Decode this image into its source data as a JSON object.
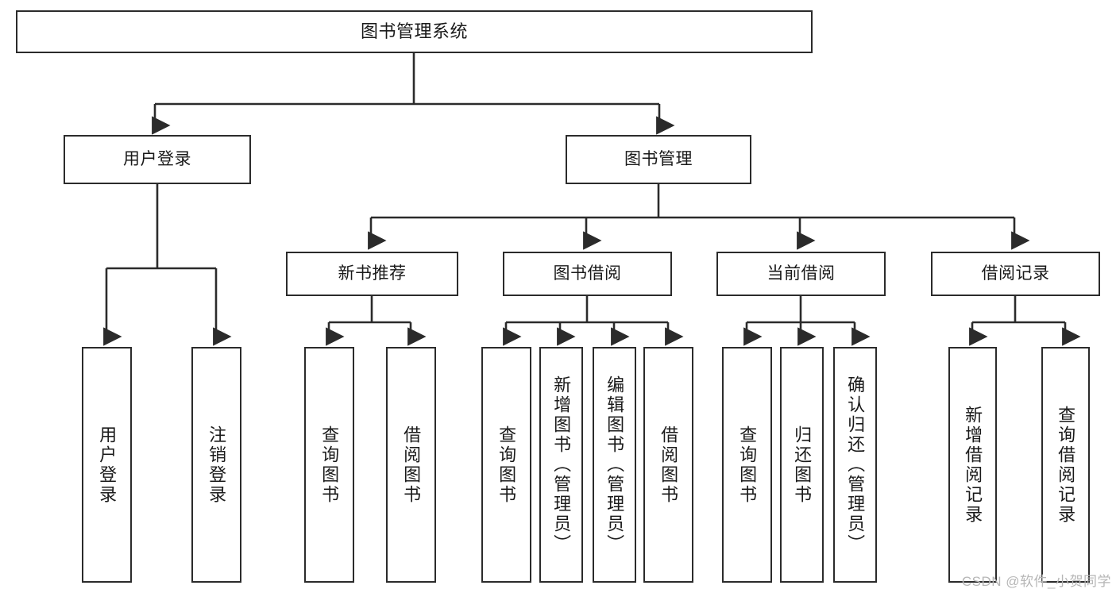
{
  "diagram": {
    "type": "hierarchy-tree",
    "title": "图书管理系统",
    "watermark": "CSDN @软件_小贺同学",
    "colors": {
      "box_border": "#2b2b2b",
      "box_fill": "#ffffff",
      "connector": "#2b2b2b",
      "text": "#1a1a1a",
      "watermark": "#b6b6b6"
    },
    "levels": {
      "root": {
        "label": "图书管理系统"
      },
      "level2": [
        {
          "label": "用户登录"
        },
        {
          "label": "图书管理"
        }
      ],
      "level3": [
        {
          "label": "新书推荐"
        },
        {
          "label": "图书借阅"
        },
        {
          "label": "当前借阅"
        },
        {
          "label": "借阅记录"
        }
      ],
      "leaves": {
        "user_login": [
          {
            "label": "用户登录"
          },
          {
            "label": "注销登录"
          }
        ],
        "new_book": [
          {
            "label": "查询图书"
          },
          {
            "label": "借阅图书"
          }
        ],
        "book_borrow": [
          {
            "label": "查询图书"
          },
          {
            "label": "新增图书（管理员）"
          },
          {
            "label": "编辑图书（管理员）"
          },
          {
            "label": "借阅图书"
          }
        ],
        "current_borrow": [
          {
            "label": "查询图书"
          },
          {
            "label": "归还图书"
          },
          {
            "label": "确认归还（管理员）"
          }
        ],
        "borrow_record": [
          {
            "label": "新增借阅记录"
          },
          {
            "label": "查询借阅记录"
          }
        ]
      }
    }
  }
}
